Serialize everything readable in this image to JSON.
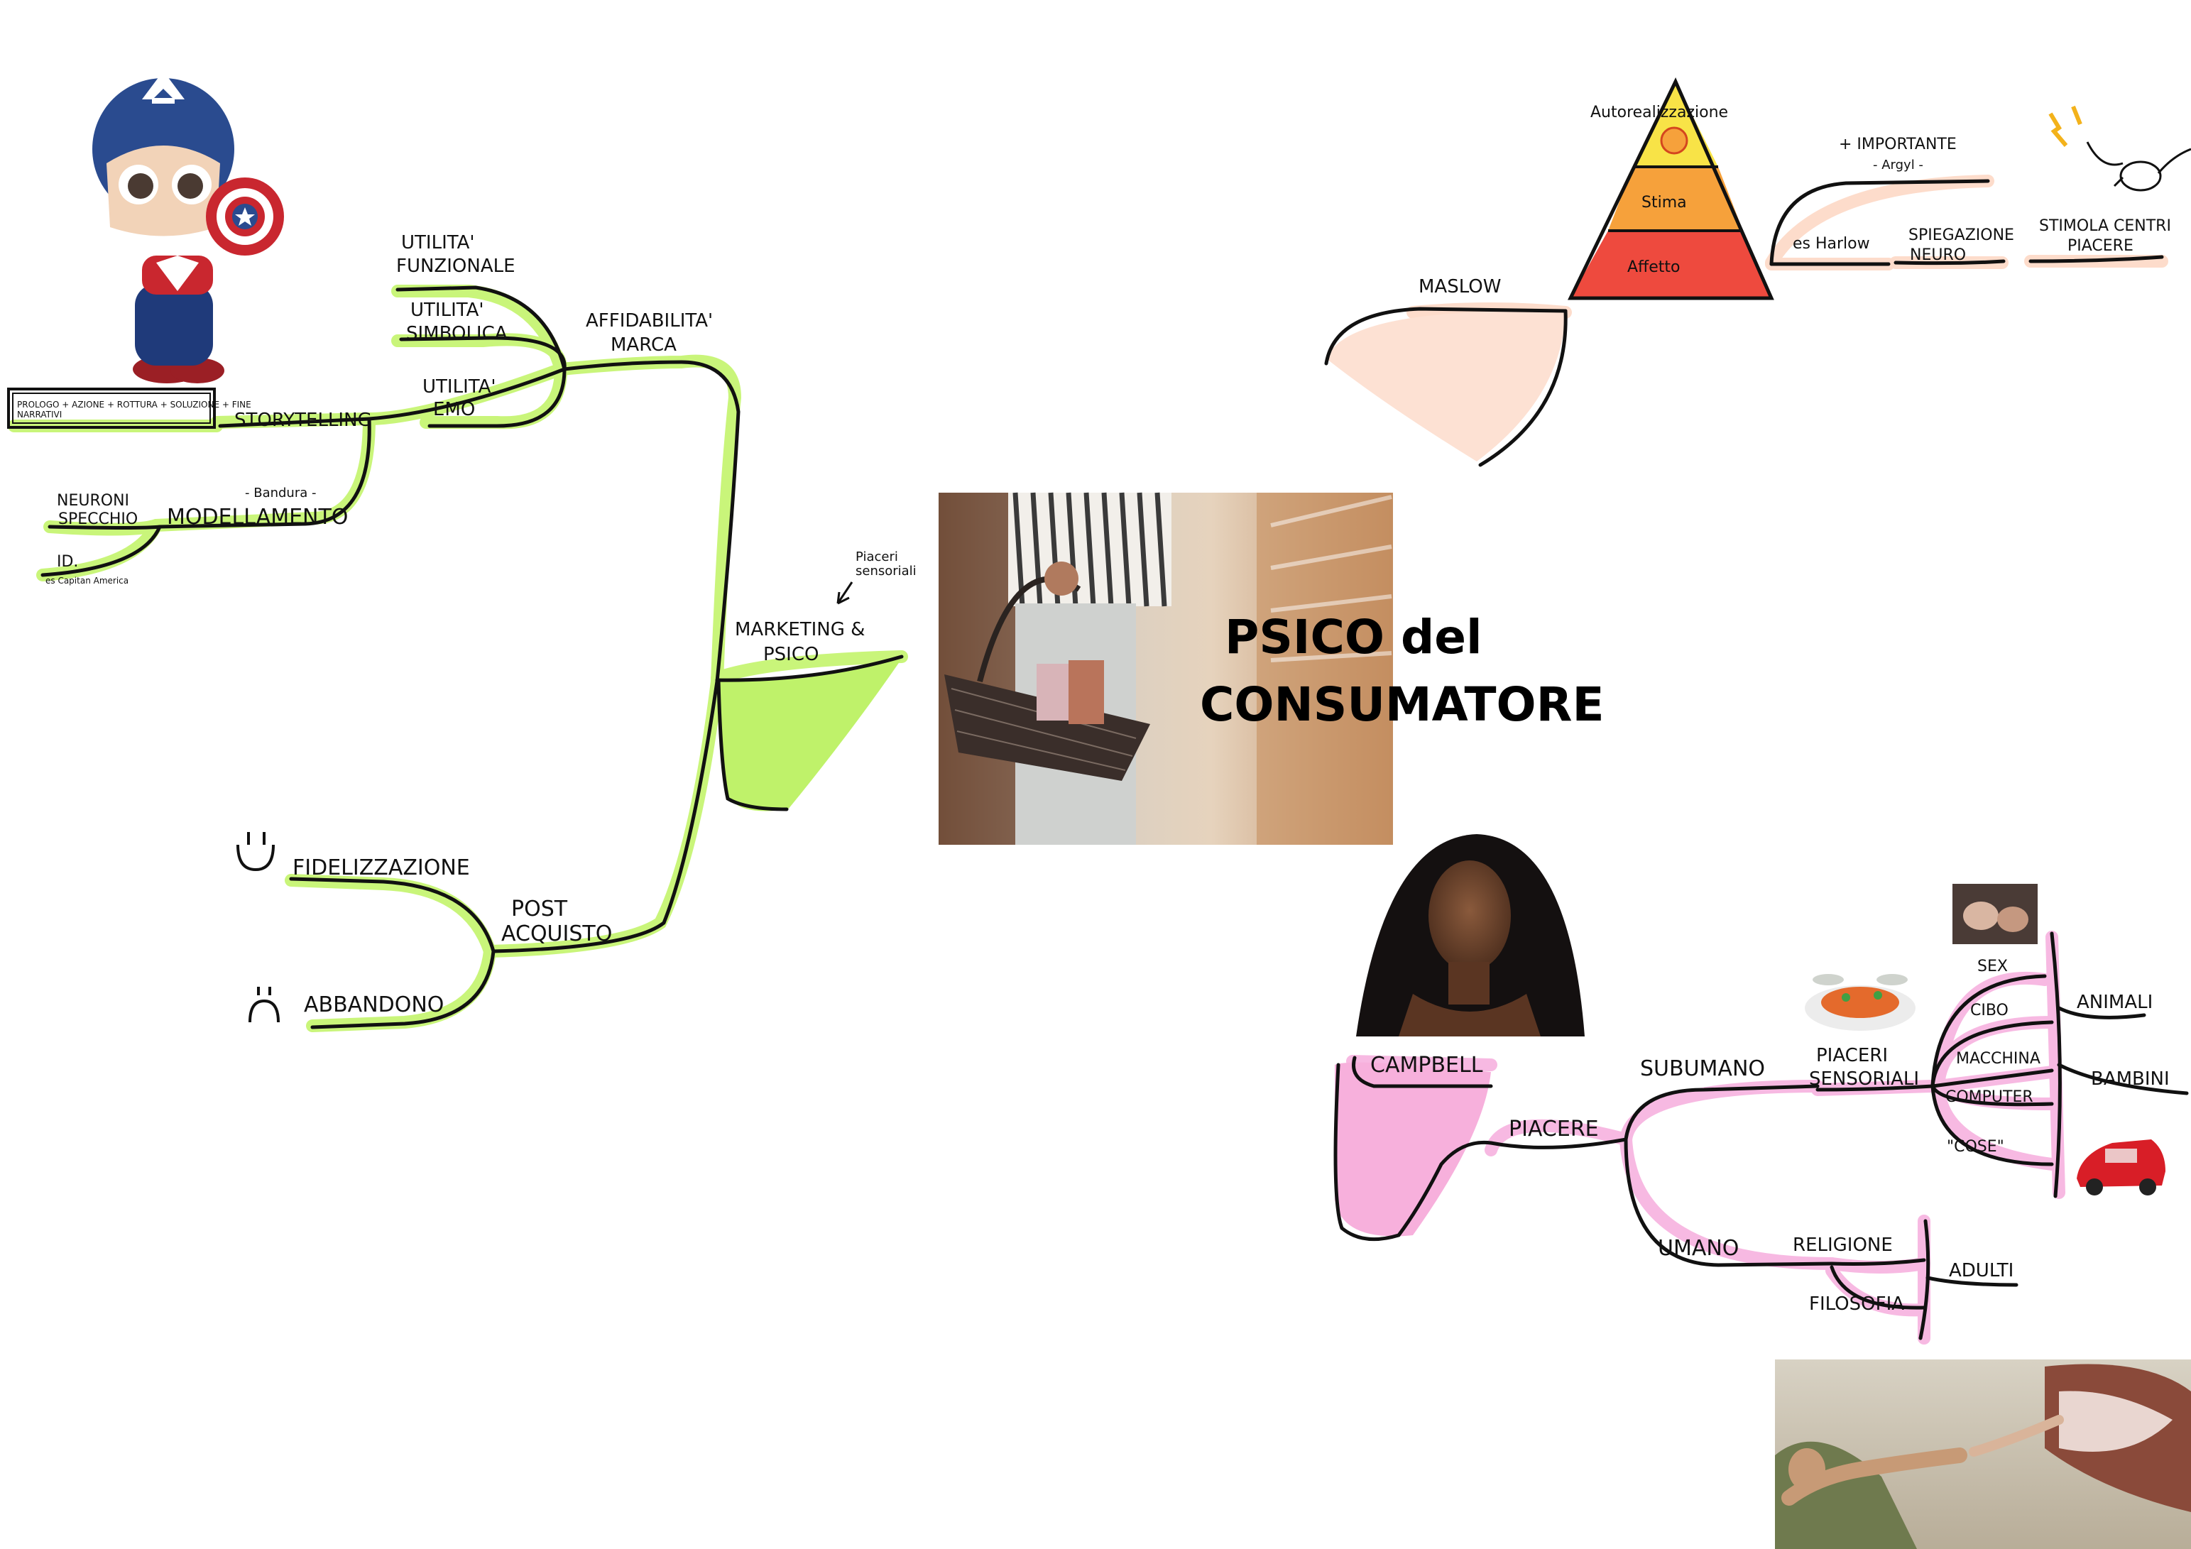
{
  "colors": {
    "green_branch": "#c9f57a",
    "green_fill": "#bff26a",
    "pink_branch": "#f7b9e2",
    "pink_fill": "#f7b0dc",
    "peach_branch": "#fddccb",
    "peach_fill": "#fde1d3",
    "pyramid_top": "#f8e347",
    "pyramid_mid": "#f6a13b",
    "pyramid_bottom": "#ee4a3e",
    "ink": "#111111"
  },
  "central": {
    "title_line1": "PSICO del",
    "title_line2": "CONSUMATORE",
    "photo_icon": "shopping-basket-photo"
  },
  "left": {
    "marketing": "MARKETING &",
    "marketing2": "PSICO",
    "piaceri_note": "Piaceri",
    "piaceri_note2": "sensoriali",
    "affidabilita": "AFFIDABILITA'",
    "affidabilita2": "MARCA",
    "utilita_funzionale": "UTILITA'",
    "utilita_funzionale2": "FUNZIONALE",
    "utilita_simbolica": "UTILITA'",
    "utilita_simbolica2": "SIMBOLICA",
    "utilita_emo": "UTILITA'",
    "utilita_emo2": "EMO",
    "storytelling": "STORYTELLING",
    "story_box": "PROLOGO + AZIONE + ROTTURA + SOLUZIONE + FINE",
    "story_box2": "NARRATIVI",
    "modellamento": "MODELLAMENTO",
    "bandura": "- Bandura -",
    "neuroni": "NEURONI",
    "neuroni2": "SPECCHIO",
    "id": "ID.",
    "id_example": "es Capitan America",
    "post": "POST",
    "post2": "ACQUISTO",
    "fidelizzazione": "FIDELIZZAZIONE",
    "abbandono": "ABBANDONO",
    "hero_icon": "captain-america-figure",
    "happy_face_icon": "happy-face",
    "sad_face_icon": "sad-face"
  },
  "maslow": {
    "label": "MASLOW",
    "autorealizzazione": "Autorealizzazione",
    "stima": "Stima",
    "affetto": "Affetto",
    "importante": "+ IMPORTANTE",
    "argyl": "- Argyl -",
    "harlow": "es Harlow",
    "spiegazione": "SPIEGAZIONE",
    "neuro": "NEURO",
    "stimola": "STIMOLA CENTRI",
    "piacere": "PIACERE",
    "mouse_icon": "lab-mouse-icon"
  },
  "campbell": {
    "label": "CAMPBELL",
    "piacere": "PIACERE",
    "subumano": "SUBUMANO",
    "umano": "UMANO",
    "piaceri_sensoriali": "PIACERI",
    "piaceri_sensoriali2": "SENSORIALI",
    "items": [
      "SEX",
      "CIBO",
      "MACCHINA",
      "COMPUTER",
      "\"COSE\""
    ],
    "animali": "ANIMALI",
    "bambini": "BAMBINI",
    "religione": "RELIGIONE",
    "filosofia": "FILOSOFIA",
    "adulti": "ADULTI",
    "portrait_icon": "campbell-portrait",
    "food_icon": "pasta-dish-photo",
    "car_icon": "red-toy-car",
    "fresco_icon": "creation-of-adam-fresco",
    "sex_icon": "kissing-couple-photo"
  }
}
